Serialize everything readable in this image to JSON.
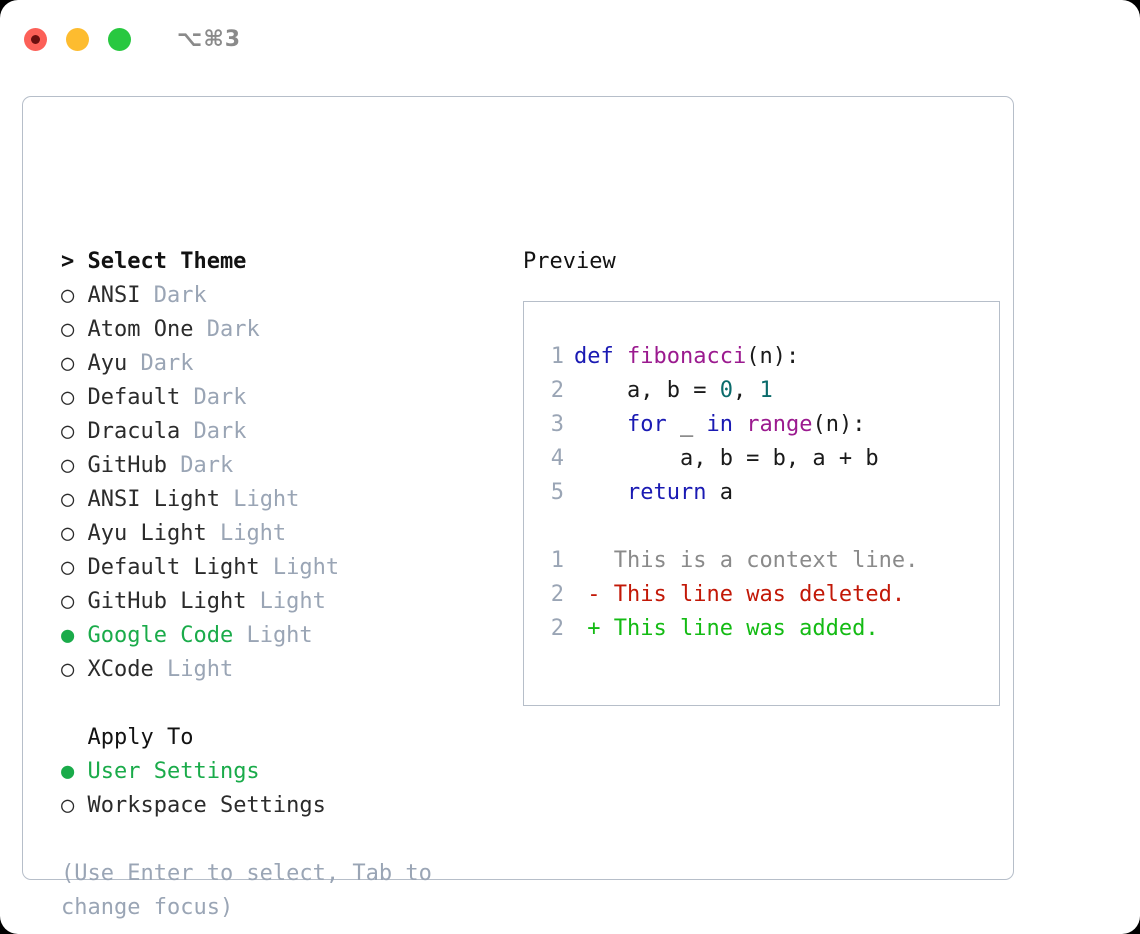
{
  "titlebar": {
    "shortcut": "⌥⌘3",
    "lights": [
      {
        "name": "close",
        "color": "#fc6058"
      },
      {
        "name": "minimize",
        "color": "#fdbc2f"
      },
      {
        "name": "maximize",
        "color": "#28c840"
      }
    ]
  },
  "theme_picker": {
    "header": "> Select Theme",
    "bullet_selected": "●",
    "bullet_unselected": "○",
    "selected_color": "#1aab4a",
    "tag_color": "#9aa5b5",
    "items": [
      {
        "name": "ANSI",
        "tag": "Dark",
        "selected": false
      },
      {
        "name": "Atom One",
        "tag": "Dark",
        "selected": false
      },
      {
        "name": "Ayu",
        "tag": "Dark",
        "selected": false
      },
      {
        "name": "Default",
        "tag": "Dark",
        "selected": false
      },
      {
        "name": "Dracula",
        "tag": "Dark",
        "selected": false
      },
      {
        "name": "GitHub",
        "tag": "Dark",
        "selected": false
      },
      {
        "name": "ANSI Light",
        "tag": "Light",
        "selected": false
      },
      {
        "name": "Ayu Light",
        "tag": "Light",
        "selected": false
      },
      {
        "name": "Default Light",
        "tag": "Light",
        "selected": false
      },
      {
        "name": "GitHub Light",
        "tag": "Light",
        "selected": false
      },
      {
        "name": "Google Code",
        "tag": "Light",
        "selected": true
      },
      {
        "name": "XCode",
        "tag": "Light",
        "selected": false
      }
    ]
  },
  "apply_to": {
    "header": "  Apply To",
    "items": [
      {
        "name": "User Settings",
        "selected": true
      },
      {
        "name": "Workspace Settings",
        "selected": false
      }
    ]
  },
  "hint": "(Use Enter to select, Tab to change focus)",
  "preview": {
    "label": "Preview",
    "code_lines": [
      {
        "no": "1",
        "tokens": [
          {
            "t": "def",
            "c": "kw"
          },
          {
            "t": " ",
            "c": "pl"
          },
          {
            "t": "fibonacci",
            "c": "fn"
          },
          {
            "t": "(n):",
            "c": "pl"
          }
        ]
      },
      {
        "no": "2",
        "tokens": [
          {
            "t": "    a, b = ",
            "c": "pl"
          },
          {
            "t": "0",
            "c": "num"
          },
          {
            "t": ", ",
            "c": "pl"
          },
          {
            "t": "1",
            "c": "num"
          }
        ]
      },
      {
        "no": "3",
        "tokens": [
          {
            "t": "    ",
            "c": "pl"
          },
          {
            "t": "for",
            "c": "kw"
          },
          {
            "t": " _ ",
            "c": "pl"
          },
          {
            "t": "in",
            "c": "kw"
          },
          {
            "t": " ",
            "c": "pl"
          },
          {
            "t": "range",
            "c": "fn"
          },
          {
            "t": "(n):",
            "c": "pl"
          }
        ]
      },
      {
        "no": "4",
        "tokens": [
          {
            "t": "        a, b = b, a + b",
            "c": "pl"
          }
        ]
      },
      {
        "no": "5",
        "tokens": [
          {
            "t": "    ",
            "c": "pl"
          },
          {
            "t": "return",
            "c": "kw"
          },
          {
            "t": " a",
            "c": "pl"
          }
        ]
      }
    ],
    "diff_lines": [
      {
        "no": "1",
        "marker": " ",
        "text": " This is a context line.",
        "kind": "ctx"
      },
      {
        "no": "2",
        "marker": "-",
        "text": " This line was deleted.",
        "kind": "del"
      },
      {
        "no": "2",
        "marker": "+",
        "text": " This line was added.",
        "kind": "add"
      }
    ],
    "syntax_colors": {
      "keyword": "#1a1ab3",
      "function": "#9b1a8f",
      "number": "#0a6b6b",
      "plain": "#1a1a1a",
      "line_number": "#9aa5b5",
      "diff_context": "#8a8a8a",
      "diff_deleted": "#c21807",
      "diff_added": "#14bb14"
    }
  }
}
